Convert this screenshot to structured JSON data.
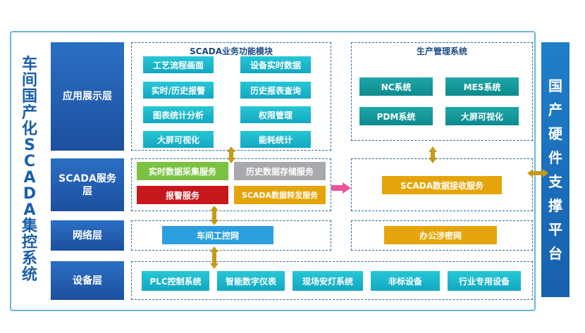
{
  "title_chars": [
    "车",
    "间",
    "国",
    "产",
    "化",
    "S",
    "C",
    "A",
    "D",
    "A",
    "集",
    "控",
    "系",
    "统"
  ],
  "layers": {
    "app": "应用展示层",
    "scada": "SCADA服务层",
    "network": "网络层",
    "device": "设备层"
  },
  "app_group": {
    "title": "SCADA业务功能模块",
    "items": [
      "工艺流程画面",
      "设备实时数据",
      "实时/历史报警",
      "历史报表查询",
      "图表统计分析",
      "权限管理",
      "大屏可视化",
      "能耗统计"
    ]
  },
  "prod_group": {
    "title": "生产管理系统",
    "items": [
      "NC系统",
      "MES系统",
      "PDM系统",
      "大屏可视化"
    ]
  },
  "scada_services": {
    "realtime": "实时数据采集服务",
    "history": "历史数据存储服务",
    "alarm": "报警服务",
    "forward": "SCADA数据转发服务"
  },
  "receive_service": "SCADA数据接收服务",
  "network": {
    "workshop": "车间工控网",
    "office": "办公涉密网"
  },
  "devices": [
    "PLC控制系统",
    "智能数字仪表",
    "现场安灯系统",
    "非标设备",
    "行业专用设备"
  ],
  "platform_chars": [
    "国",
    "产",
    "硬",
    "件",
    "支",
    "撑",
    "平",
    "台"
  ],
  "colors": {
    "layer": "#1d4f9f",
    "cyan": "#12a7c2",
    "teal": "#0d8a8f",
    "green": "#7cc242",
    "gray": "#a7a9ac",
    "red": "#c8161d",
    "gold": "#e5a50a",
    "arrow": "#c49a1a",
    "pink_arrow": "#e8559a"
  }
}
